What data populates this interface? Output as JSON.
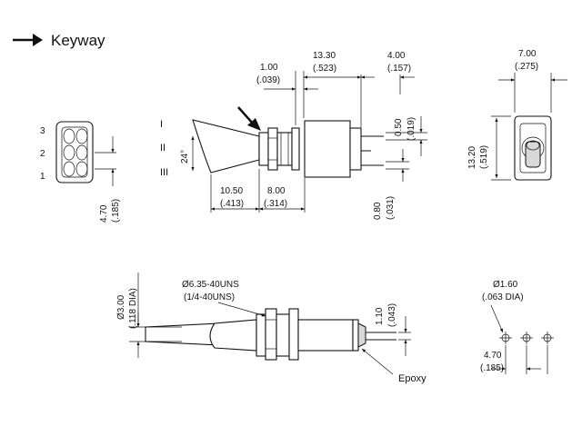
{
  "legend": {
    "label": "Keyway",
    "icon": "arrow-right-icon"
  },
  "dims": {
    "d_1_00": "1.00",
    "d_1_00_in": "(.039)",
    "d_13_30": "13.30",
    "d_13_30_in": "(.523)",
    "d_4_00": "4.00",
    "d_4_00_in": "(.157)",
    "d_7_00": "7.00",
    "d_7_00_in": "(.275)",
    "d_0_50": "0.50",
    "d_0_50_in": "(.019)",
    "d_13_20": "13.20",
    "d_13_20_in": "(.519)",
    "d_24": "24°",
    "d_10_50": "10.50",
    "d_10_50_in": "(.413)",
    "d_8_00": "8.00",
    "d_8_00_in": "(.314)",
    "d_0_80": "0.80",
    "d_0_80_in": "(.031)",
    "d_4_70": "4.70",
    "d_4_70_in": "(.185)",
    "d_3_00": "Ø3.00",
    "d_3_00_in": "(.118 DIA)",
    "thread_mm": "Ø6.35-40UNS",
    "thread_in": "(1/4-40UNS)",
    "d_1_10": "1.10",
    "d_1_10_in": "(.043)",
    "d_1_60": "Ø1.60",
    "d_1_60_in": "(.063 DIA)",
    "d_4_70b": "4.70",
    "d_4_70b_in": "(.185)"
  },
  "labels": {
    "pin3": "3",
    "pin2": "2",
    "pin1": "1",
    "pos_i": "I",
    "pos_ii": "II",
    "pos_iii": "III",
    "epoxy": "Epoxy"
  }
}
